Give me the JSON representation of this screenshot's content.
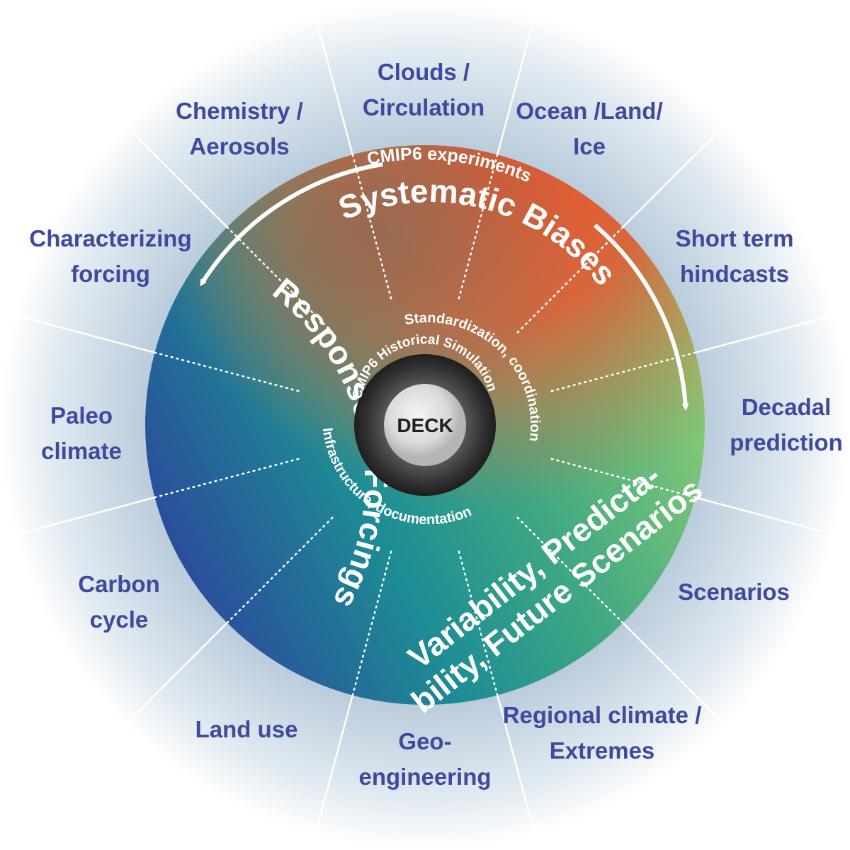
{
  "mips": [
    {
      "lines": [
        "Clouds /",
        "Circulation"
      ]
    },
    {
      "lines": [
        "Ocean /Land/",
        "Ice"
      ]
    },
    {
      "lines": [
        "Short term",
        "hindcasts"
      ]
    },
    {
      "lines": [
        "Decadal",
        "prediction"
      ]
    },
    {
      "lines": [
        "Scenarios"
      ]
    },
    {
      "lines": [
        "Regional climate /",
        "Extremes"
      ]
    },
    {
      "lines": [
        "Geo-",
        "engineering"
      ]
    },
    {
      "lines": [
        "Land use"
      ]
    },
    {
      "lines": [
        "Carbon",
        "cycle"
      ]
    },
    {
      "lines": [
        "Paleo",
        "climate"
      ]
    },
    {
      "lines": [
        "Characterizing",
        "forcing"
      ]
    },
    {
      "lines": [
        "Chemistry /",
        "Aerosols"
      ]
    }
  ],
  "themes": {
    "systematic_biases": "Systematic Biases",
    "response_to_forcings": "Response to Forcings",
    "variability_line1": "Variability, Predicta-",
    "variability_line2": "bility, Future Scenarios"
  },
  "ring": {
    "experiments": "CMIP6 experiments",
    "standardization": "Standardization, coordination",
    "infrastructure": "Infrastructure, documentation",
    "historical": "CMIP6 Historical Simulation"
  },
  "core": {
    "deck": "DECK"
  },
  "colors": {
    "label_blue": "#3f4a9c",
    "orange": "#e8552f",
    "green": "#9fd071",
    "blue": "#2b4a9b",
    "teal": "#1b8e93"
  }
}
